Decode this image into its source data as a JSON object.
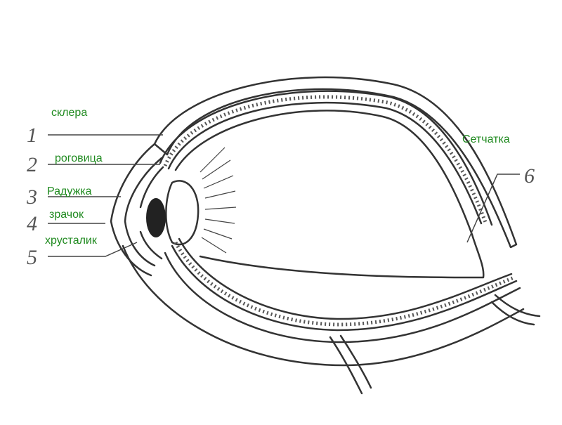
{
  "numbers": {
    "n1": "1",
    "n2": "2",
    "n3": "3",
    "n4": "4",
    "n5": "5",
    "n6": "6"
  },
  "labels": {
    "sclera": "склера",
    "cornea": "роговица",
    "iris": "Радужка",
    "pupil": "зрачок",
    "lens": "хрусталик",
    "retina": "Сетчатка"
  },
  "colors": {
    "label": "#1f8a1f",
    "stroke": "#333333",
    "number": "#555555"
  }
}
